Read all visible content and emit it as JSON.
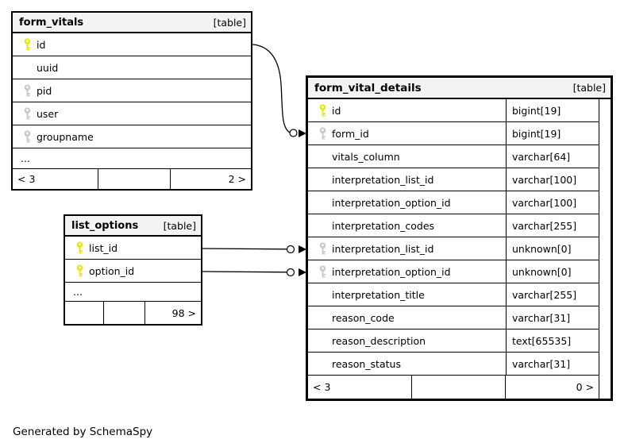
{
  "app": {
    "footer_note": "Generated by SchemaSpy"
  },
  "colors": {
    "primary_key_color": "#e8e800",
    "foreign_key_color": "#c9c9c9",
    "header_bg": "#f3f3f3",
    "border_color": "#000000"
  },
  "icons": {
    "primary_key": "yellow-key-icon",
    "foreign_key": "gray-key-icon"
  },
  "tables": {
    "form_vitals": {
      "title": "form_vitals",
      "tag": "[table]",
      "rows": [
        {
          "name": "id",
          "key": "pk"
        },
        {
          "name": "uuid",
          "key": "none"
        },
        {
          "name": "pid",
          "key": "fk"
        },
        {
          "name": "user",
          "key": "fk"
        },
        {
          "name": "groupname",
          "key": "fk"
        }
      ],
      "ellipsis": "...",
      "pager": {
        "prev": "< 3",
        "mid": "",
        "next": "2 >"
      }
    },
    "list_options": {
      "title": "list_options",
      "tag": "[table]",
      "rows": [
        {
          "name": "list_id",
          "key": "pk"
        },
        {
          "name": "option_id",
          "key": "pk"
        }
      ],
      "ellipsis": "...",
      "pager": {
        "prev": "",
        "mid": "",
        "next": "98 >"
      }
    },
    "form_vital_details": {
      "title": "form_vital_details",
      "tag": "[table]",
      "rows": [
        {
          "name": "id",
          "type": "bigint[19]",
          "key": "pk"
        },
        {
          "name": "form_id",
          "type": "bigint[19]",
          "key": "fk"
        },
        {
          "name": "vitals_column",
          "type": "varchar[64]",
          "key": "none"
        },
        {
          "name": "interpretation_list_id",
          "type": "varchar[100]",
          "key": "none"
        },
        {
          "name": "interpretation_option_id",
          "type": "varchar[100]",
          "key": "none"
        },
        {
          "name": "interpretation_codes",
          "type": "varchar[255]",
          "key": "none"
        },
        {
          "name": "interpretation_list_id",
          "type": "unknown[0]",
          "key": "fk"
        },
        {
          "name": "interpretation_option_id",
          "type": "unknown[0]",
          "key": "fk"
        },
        {
          "name": "interpretation_title",
          "type": "varchar[255]",
          "key": "none"
        },
        {
          "name": "reason_code",
          "type": "varchar[31]",
          "key": "none"
        },
        {
          "name": "reason_description",
          "type": "text[65535]",
          "key": "none"
        },
        {
          "name": "reason_status",
          "type": "varchar[31]",
          "key": "none"
        }
      ],
      "pager": {
        "prev": "< 3",
        "mid": "",
        "next": "0 >"
      }
    }
  },
  "relationships": [
    {
      "from": "form_vitals.id",
      "to": "form_vital_details.form_id"
    },
    {
      "from": "list_options.list_id",
      "to": "form_vital_details.interpretation_list_id"
    },
    {
      "from": "list_options.option_id",
      "to": "form_vital_details.interpretation_option_id"
    }
  ]
}
